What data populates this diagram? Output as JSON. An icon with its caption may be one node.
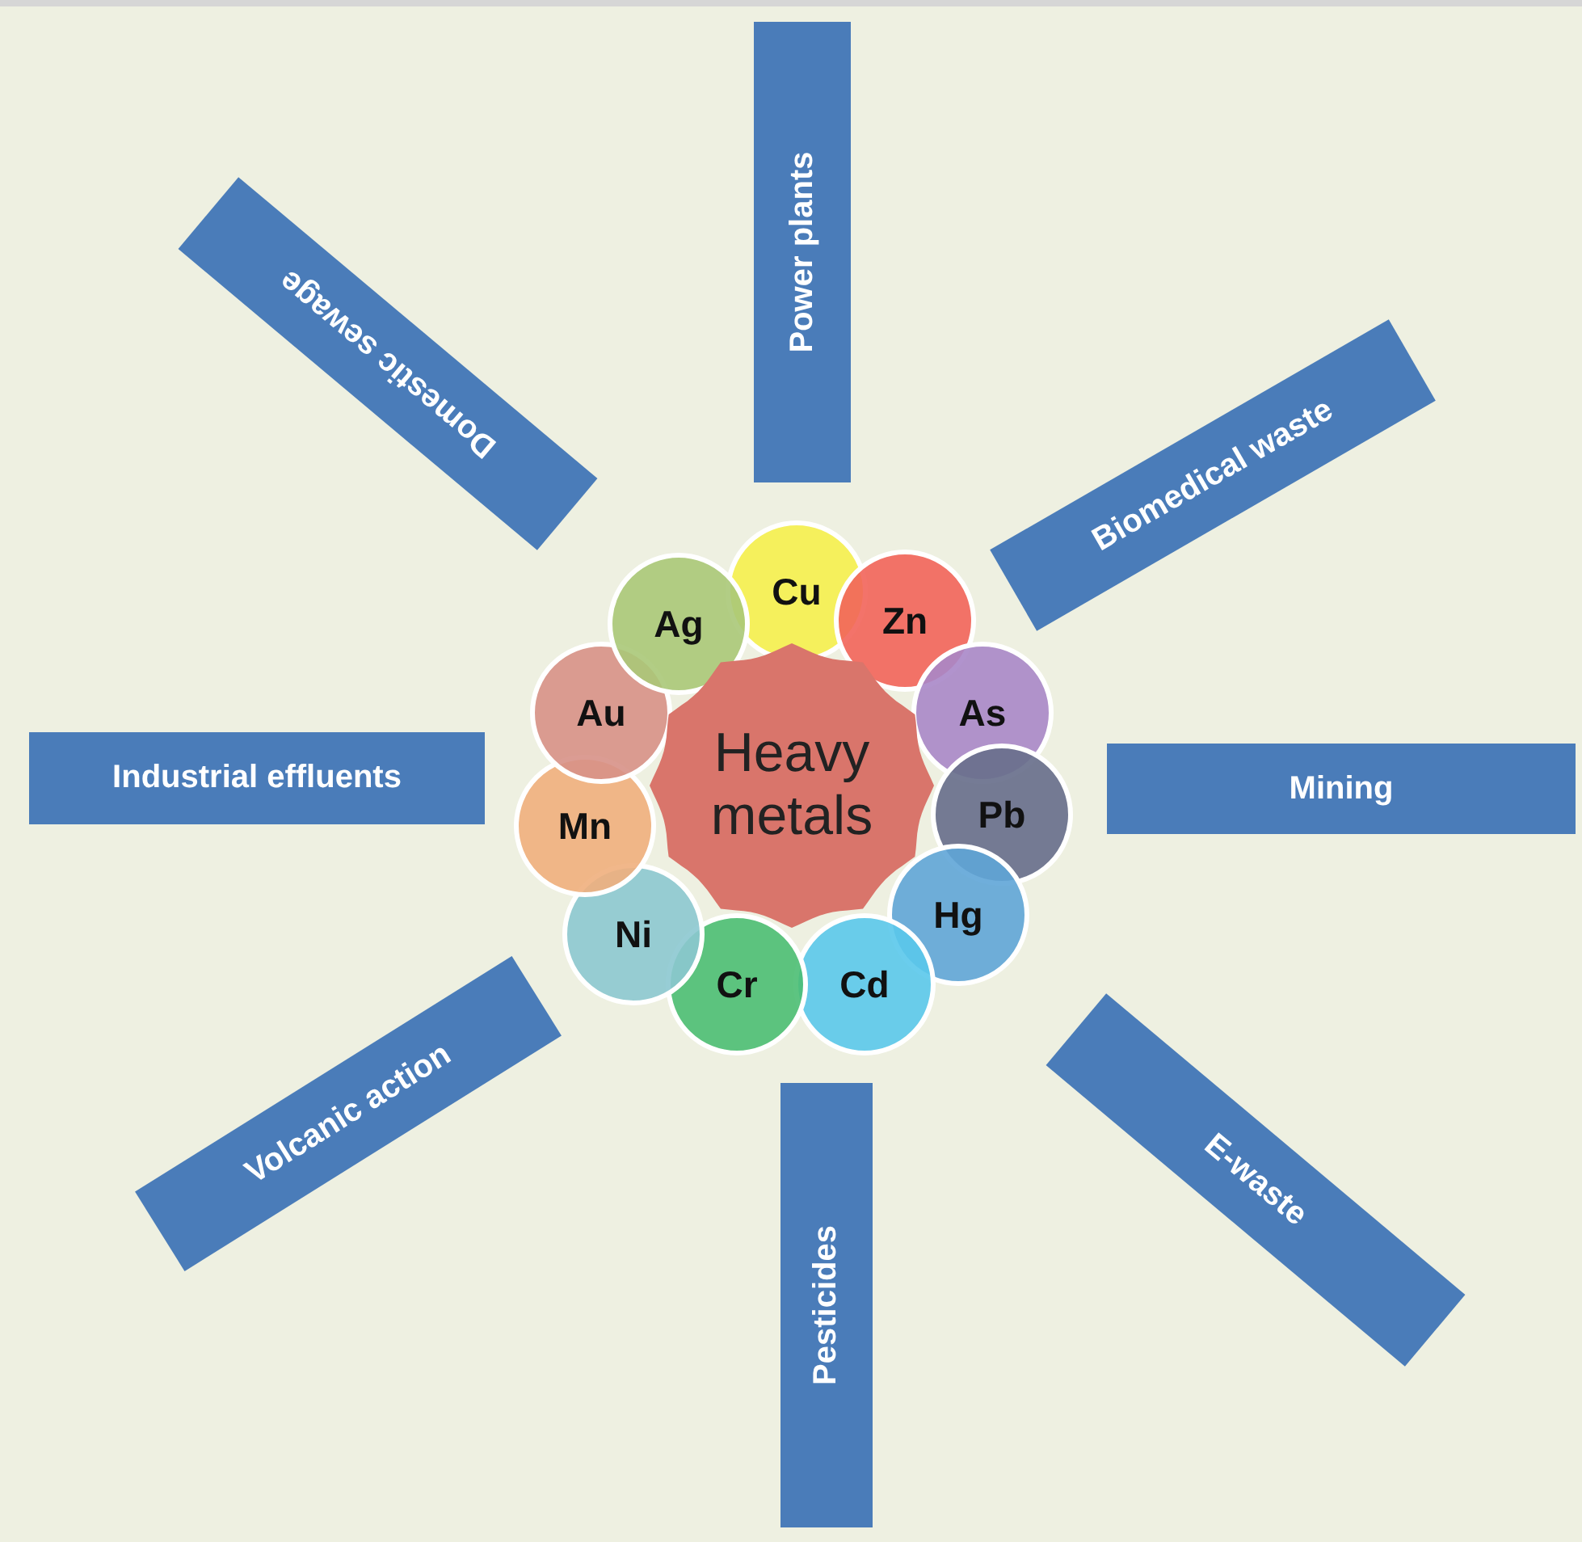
{
  "diagram": {
    "nodes": [
      {
        "text": [
          "Heavy metals"
        ]
      },
      {
        "text": [
          "Cu"
        ]
      },
      {
        "text": [
          "Zn"
        ]
      },
      {
        "text": [
          "As"
        ]
      },
      {
        "text": [
          "Pb"
        ]
      },
      {
        "text": [
          "Hg"
        ]
      },
      {
        "text": [
          "Cd"
        ]
      },
      {
        "text": [
          "Cr"
        ]
      },
      {
        "text": [
          "Ni"
        ]
      },
      {
        "text": [
          "Mn"
        ]
      },
      {
        "text": [
          "Au"
        ]
      },
      {
        "text": [
          "Ag"
        ]
      },
      {
        "text": [
          "Power plants"
        ]
      },
      {
        "text": [
          "Biomedical waste"
        ]
      },
      {
        "text": [
          "Mining"
        ]
      },
      {
        "text": [
          "E-waste"
        ]
      },
      {
        "text": [
          "Pesticides"
        ]
      },
      {
        "text": [
          "Volcanic action"
        ]
      },
      {
        "text": [
          "Industrial effluents"
        ]
      },
      {
        "text": [
          "Domestic sewage"
        ]
      }
    ],
    "edges": []
  }
}
